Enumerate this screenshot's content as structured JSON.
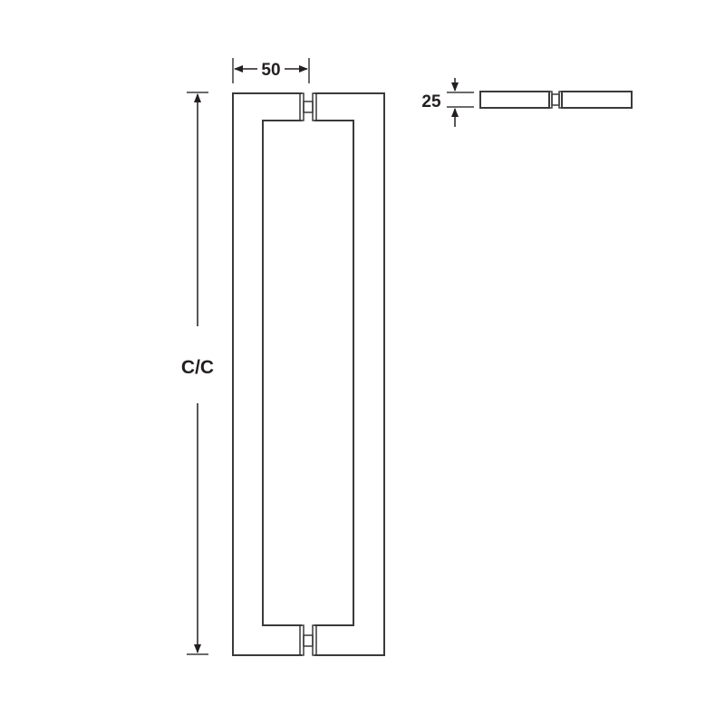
{
  "drawing": {
    "title": "Back-to-back pull handle dimension drawing",
    "dimensions": {
      "width_label": "50",
      "depth_label": "25",
      "centers_label": "C/C"
    },
    "colors": {
      "line": "#3a3a3a",
      "text": "#231f20",
      "background": "#ffffff"
    },
    "views": [
      "front-view",
      "side-view"
    ]
  }
}
